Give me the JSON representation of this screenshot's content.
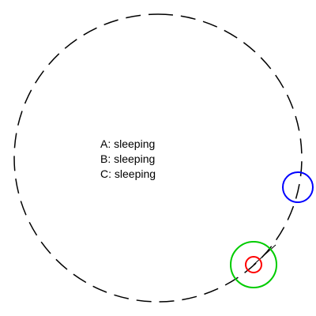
{
  "agents": [
    {
      "id": "A",
      "label": "A: sleeping",
      "state": "sleeping",
      "color": "#ff0000"
    },
    {
      "id": "B",
      "label": "B: sleeping",
      "state": "sleeping",
      "color": "#0000ff"
    },
    {
      "id": "C",
      "label": "C: sleeping",
      "state": "sleeping",
      "color": "#00cc00"
    }
  ],
  "colors": {
    "track": "#000000",
    "background": "#ffffff"
  }
}
